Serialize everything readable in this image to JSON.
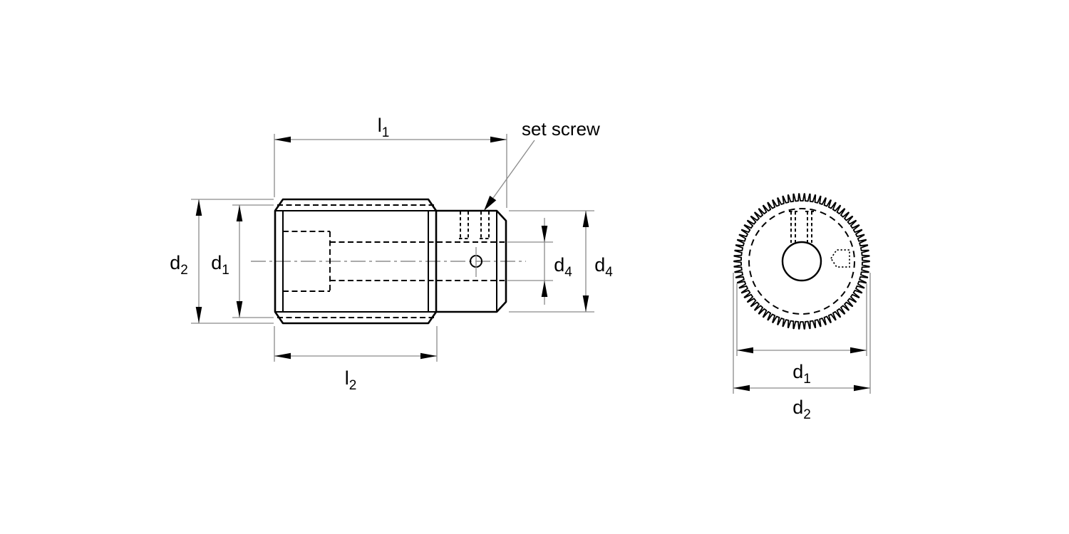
{
  "background": "#ffffff",
  "colors": {
    "line": "#000000",
    "thin_line": "#8a8a8a"
  },
  "side_view": {
    "set_screw_label": "set screw",
    "dims": {
      "l1": {
        "base": "l",
        "sub": "1"
      },
      "l2": {
        "base": "l",
        "sub": "2"
      },
      "d1": {
        "base": "d",
        "sub": "1"
      },
      "d2": {
        "base": "d",
        "sub": "2"
      },
      "d4_bore": {
        "base": "d",
        "sub": "4"
      },
      "d4_hub": {
        "base": "d",
        "sub": "4"
      }
    }
  },
  "front_view": {
    "dims": {
      "d1": {
        "base": "d",
        "sub": "1"
      },
      "d2": {
        "base": "d",
        "sub": "2"
      }
    }
  }
}
